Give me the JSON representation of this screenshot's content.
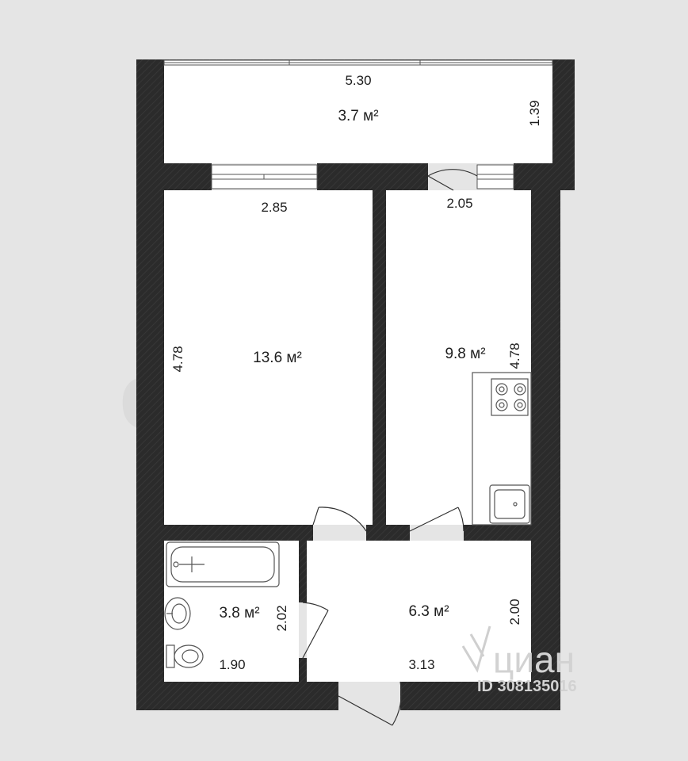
{
  "colors": {
    "background": "#e5e5e5",
    "floor": "#ffffff",
    "wall": "#2b2b2b",
    "text": "#1e1e1e",
    "watermark": "#d2d2d2"
  },
  "rooms": {
    "balcony": {
      "area": "3.7 м²",
      "width": "5.30",
      "depth": "1.39"
    },
    "living_room": {
      "area": "13.6 м²",
      "width": "2.85",
      "length": "4.78"
    },
    "kitchen": {
      "area": "9.8 м²",
      "width": "2.05",
      "length": "4.78"
    },
    "bathroom": {
      "area": "3.8 м²",
      "width": "1.90",
      "length": "2.02"
    },
    "hallway": {
      "area": "6.3 м²",
      "width": "3.13",
      "length": "2.00"
    }
  },
  "watermark": {
    "brand": "циан",
    "listing_id": "ID 308135016"
  },
  "icons": [
    "bathtub-icon",
    "sink-icon",
    "toilet-icon",
    "stove-icon",
    "kitchen-sink-icon",
    "cian-logo-icon"
  ]
}
